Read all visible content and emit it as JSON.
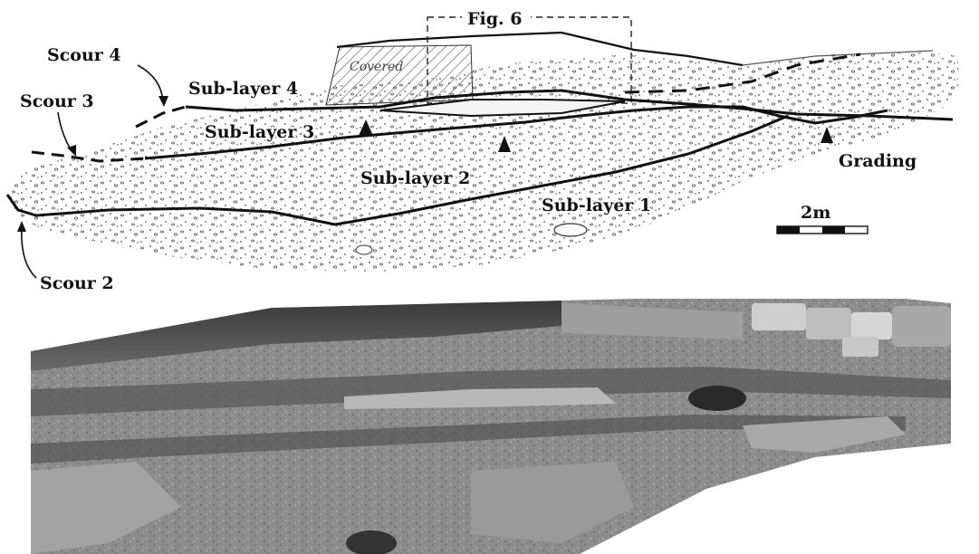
{
  "sketch": {
    "labels": {
      "scour4": "Scour 4",
      "scour3": "Scour 3",
      "scour2": "Scour 2",
      "sublayer4": "Sub-layer 4",
      "sublayer3": "Sub-layer 3",
      "sublayer2": "Sub-layer 2",
      "sublayer1": "Sub-layer 1",
      "grading": "Grading",
      "covered": "Covered",
      "fig_ref": "Fig. 6"
    },
    "scale_bar_label": "2m"
  },
  "photo": {
    "style": "grayscale"
  }
}
